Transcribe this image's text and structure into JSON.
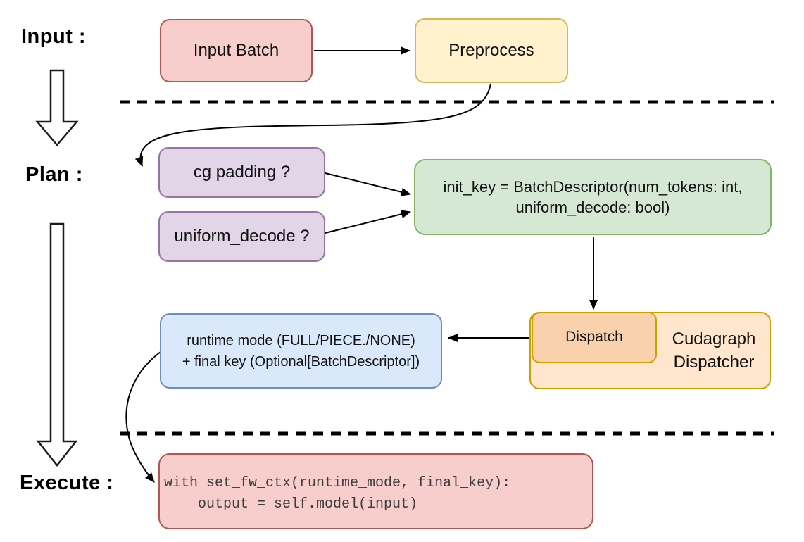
{
  "stages": {
    "input_label": "Input :",
    "plan_label": "Plan :",
    "execute_label": "Execute :"
  },
  "nodes": {
    "input_batch": "Input Batch",
    "preprocess": "Preprocess",
    "cg_padding": "cg padding ?",
    "uniform_decode": "uniform_decode ?",
    "init_key_line1": "init_key = BatchDescriptor(num_tokens: int,",
    "init_key_line2": "uniform_decode: bool)",
    "runtime_line1": "runtime mode (FULL/PIECE./NONE)",
    "runtime_line2": "+ final key (Optional[BatchDescriptor])",
    "dispatch": "Dispatch",
    "dispatcher": "Cudagraph Dispatcher",
    "code_line1": "with set_fw_ctx(runtime_mode, final_key):",
    "code_line2": "    output = self.model(input)"
  },
  "colors": {
    "red_fill": "#f8cecc",
    "red_stroke": "#b85450",
    "yellow_fill": "#fff2cc",
    "yellow_stroke": "#d6b656",
    "purple_fill": "#e1d5e7",
    "purple_stroke": "#9673a6",
    "green_fill": "#d5e8d4",
    "green_stroke": "#82b366",
    "blue_fill": "#dae8fc",
    "blue_stroke": "#6c8ebf",
    "orange_fill": "#ffe6cc",
    "orange_inner_fill": "#f9d1ad",
    "orange_stroke": "#d79b00",
    "line_color": "#000000"
  }
}
